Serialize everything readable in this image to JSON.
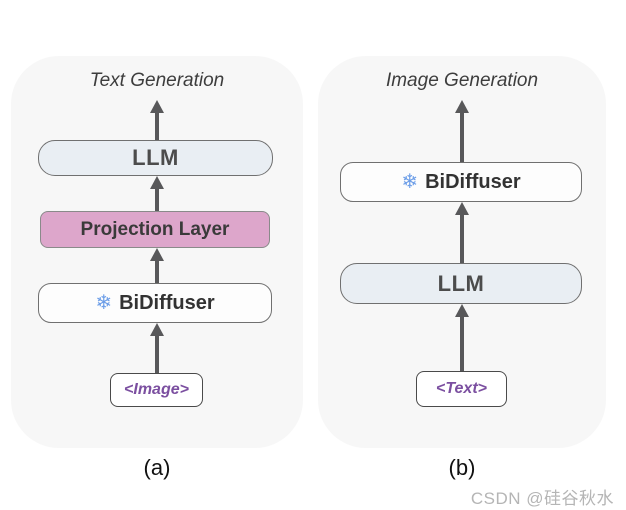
{
  "panels": [
    {
      "flow_label": "Text Generation",
      "caption": "(a)",
      "nodes": {
        "llm": "LLM",
        "projection": "Projection Layer",
        "bidiffuser": "BiDiffuser",
        "input_token": "<Image>"
      }
    },
    {
      "flow_label": "Image Generation",
      "caption": "(b)",
      "nodes": {
        "bidiffuser": "BiDiffuser",
        "llm": "LLM",
        "input_token": "<Text>"
      }
    }
  ],
  "icons": {
    "frozen_snowflake": "❄"
  },
  "watermark": "CSDN @硅谷秋水",
  "colors": {
    "panel_bg": "#f7f7f7",
    "llm_fill": "#e9eef3",
    "projection_fill": "#dda6cb",
    "node_fill": "#fdfdfd",
    "arrow": "#58585a",
    "snowflake_blue": "#6d9ee8",
    "token_text": "#7b4fa0",
    "watermark_gray": "#b5b5b5"
  }
}
